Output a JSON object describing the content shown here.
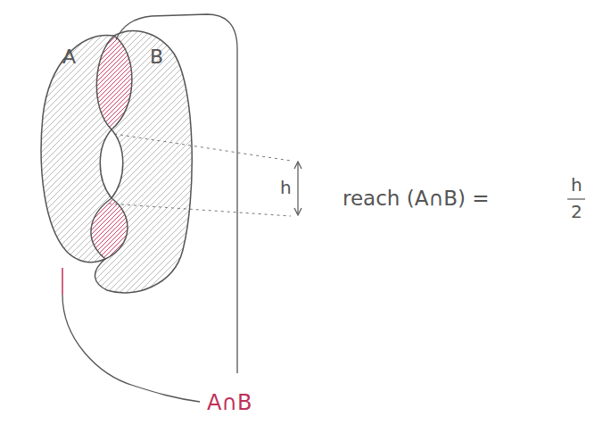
{
  "diagram": {
    "nodes": [
      {
        "text": [
          "A"
        ]
      },
      {
        "text": [
          "B"
        ]
      }
    ],
    "labels": [
      "h",
      "reach (A∩B) =",
      "h",
      "2",
      "A∩B"
    ]
  }
}
